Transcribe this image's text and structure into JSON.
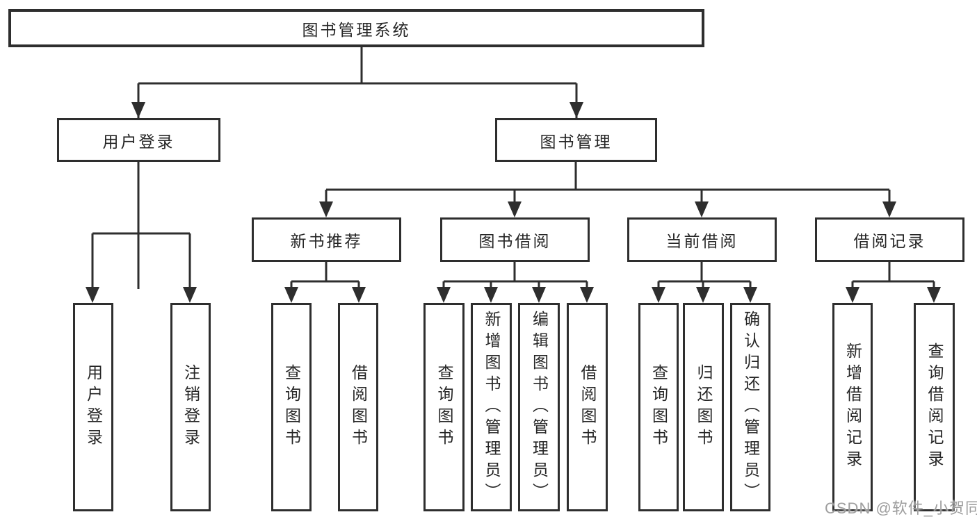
{
  "diagram": {
    "title": "图书管理系统",
    "branches": [
      {
        "label": "用户登录",
        "children": [
          {
            "label": "用户登录"
          },
          {
            "label": "注销登录"
          }
        ]
      },
      {
        "label": "图书管理",
        "children": [
          {
            "label": "新书推荐",
            "children": [
              {
                "label": "查询图书"
              },
              {
                "label": "借阅图书"
              }
            ]
          },
          {
            "label": "图书借阅",
            "children": [
              {
                "label": "查询图书"
              },
              {
                "label": "新增图书（管理员）"
              },
              {
                "label": "编辑图书（管理员）"
              },
              {
                "label": "借阅图书"
              }
            ]
          },
          {
            "label": "当前借阅",
            "children": [
              {
                "label": "查询图书"
              },
              {
                "label": "归还图书"
              },
              {
                "label": "确认归还（管理员）"
              }
            ]
          },
          {
            "label": "借阅记录",
            "children": [
              {
                "label": "新增借阅记录"
              },
              {
                "label": "查询借阅记录"
              }
            ]
          }
        ]
      }
    ]
  },
  "watermark": {
    "text": "CSDN @软件_小贺同学"
  },
  "colors": {
    "line": "#2e2e2e",
    "text": "#262626",
    "box_fill": "#ffffff",
    "watermark": "#9e9e9e",
    "background": "#ffffff"
  }
}
